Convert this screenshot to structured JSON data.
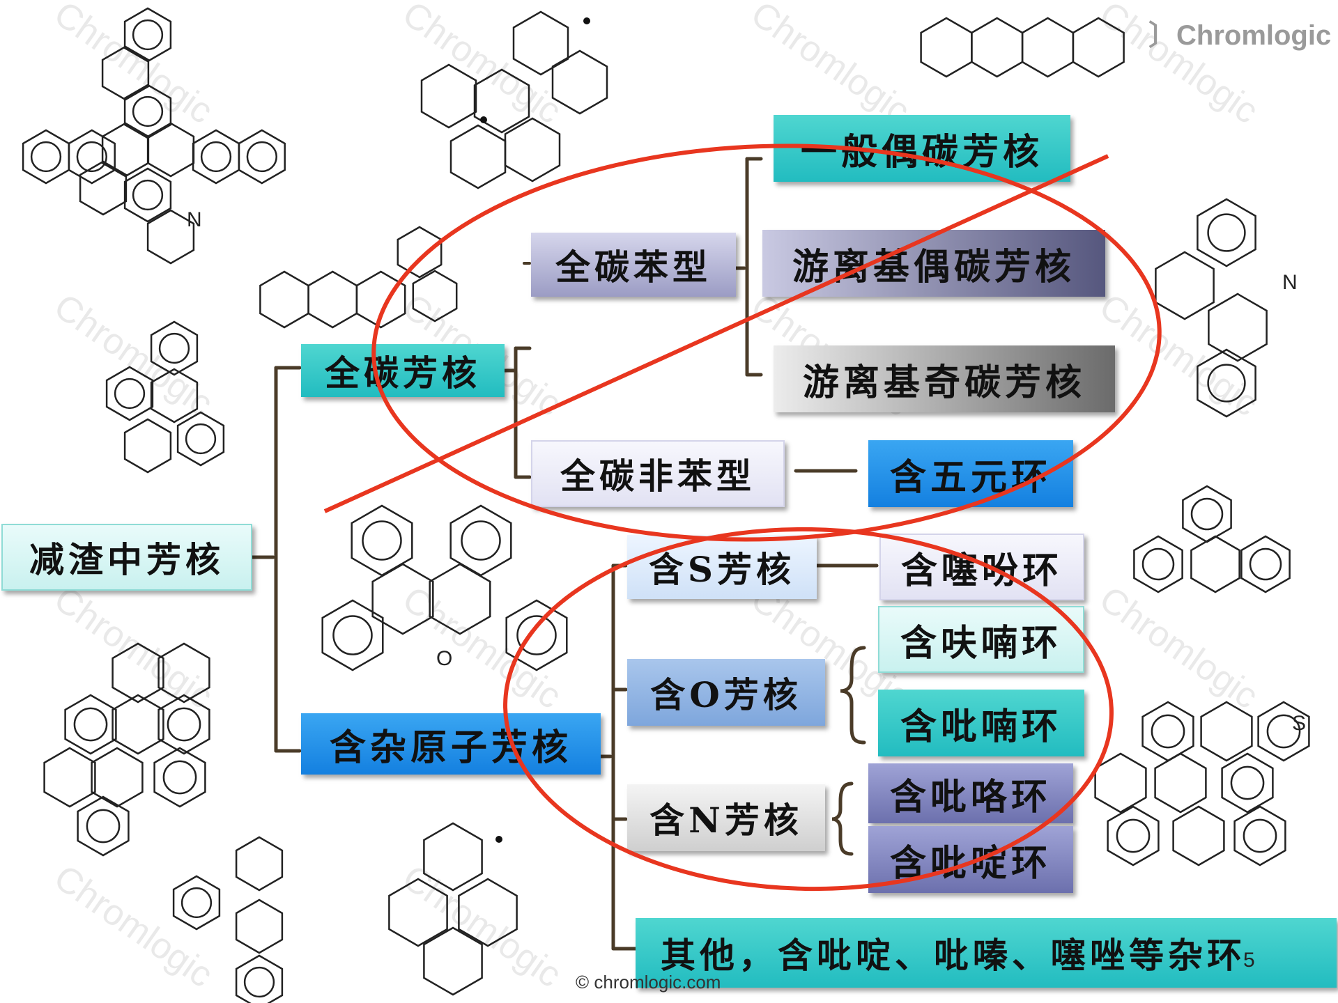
{
  "logo_text": "Chromlogic",
  "watermark_text": "Chromlogic",
  "copyright": "© chromlogic.com",
  "page_number": "5",
  "root": {
    "label": "减渣中芳核"
  },
  "all_carbon": {
    "label": "全碳芳核",
    "benzenoid": {
      "label": "全碳苯型",
      "children": [
        "一般偶碳芳核",
        "游离基偶碳芳核",
        "游离基奇碳芳核"
      ]
    },
    "non_benzenoid": {
      "label": "全碳非苯型",
      "child": "含五元环"
    }
  },
  "hetero": {
    "label": "含杂原子芳核",
    "s_core": {
      "label": "含S芳核",
      "child": "含噻吩环"
    },
    "o_core": {
      "label": "含O芳核",
      "children": [
        "含呋喃环",
        "含吡喃环"
      ]
    },
    "n_core": {
      "label": "含N芳核",
      "children": [
        "含吡咯环",
        "含吡啶环"
      ]
    },
    "other": "其他，含吡啶、吡嗪、噻唑等杂环"
  },
  "atom_labels": {
    "nitrogen": "N",
    "sulfur": "S",
    "oxygen": "O"
  },
  "colors": {
    "annotation_red": "#e8361f",
    "bracket_brown": "#4a3b28"
  }
}
